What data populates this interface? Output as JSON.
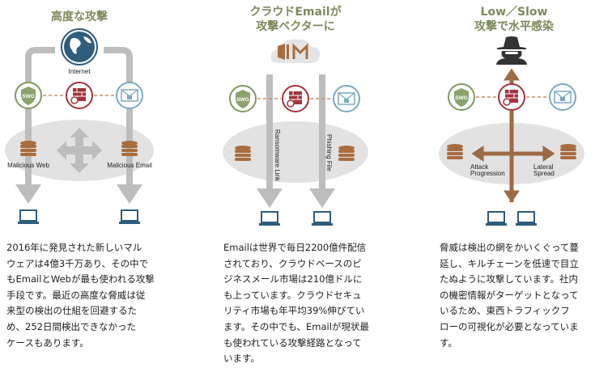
{
  "colors": {
    "title": "#7d8a5c",
    "swg": "#7f9a62",
    "firewall": "#a3333d",
    "email": "#7aaac2",
    "globe": "#2f5d7c",
    "db": "#a86d3f",
    "arrow_gray": "#bdbdbd",
    "arrow_brown": "#9c6a44",
    "zone": "#e2e2e2"
  },
  "panels": [
    {
      "title_lines": [
        "高度な攻撃"
      ],
      "labels": {
        "internet": "Internet",
        "left": "Malicious Web",
        "right": "Malicious Email",
        "swg": "SWG"
      },
      "text_lines": [
        "2016年に発見された新しいマル",
        "ウェアは4億3千万あり、その中で",
        "もEmailとWebが最も使われる攻撃",
        "手段です。最近の高度な脅威は従",
        "来型の検出の仕組を回避するた",
        "め、252日間検出できなかった",
        "ケースもあります。"
      ]
    },
    {
      "title_lines": [
        "クラウドEmailが",
        "攻撃ベクターに"
      ],
      "labels": {
        "left": "Ransomware Link",
        "right": "Phishing File",
        "swg": "SWG"
      },
      "text_lines": [
        "Emailは世界で毎日2200億件配信",
        "されており、クラウドベースのビ",
        "ジネスメール市場は210億ドルに",
        "も上っています。クラウドセキュ",
        "リティ市場も年平均39%伸びてい",
        "ます。その中でも、Emailが現状最",
        "も使われている攻撃経路となって",
        "います。"
      ]
    },
    {
      "title_lines": [
        "Low／Slow",
        "攻撃で水平感染"
      ],
      "labels": {
        "left_1": "Attack",
        "left_2": "Progression",
        "right_1": "Lateral",
        "right_2": "Spread",
        "swg": "SWG"
      },
      "text_lines": [
        "脅威は検出の網をかいくぐって蔓",
        "延し、キルチェーンを低速で目立",
        "たぬように攻撃しています。社内",
        "の機密情報がターゲットとなって",
        "いるため、東西トラフィックフ",
        "ローの可視化が必要となっていま",
        "す。"
      ]
    }
  ]
}
